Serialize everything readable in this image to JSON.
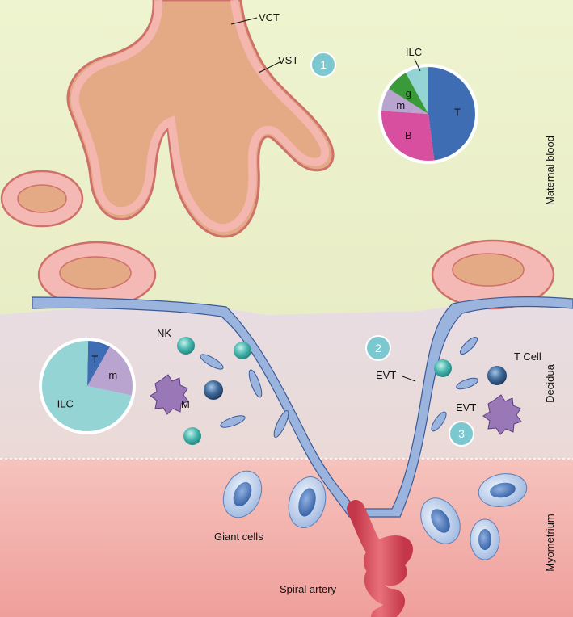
{
  "layers": {
    "maternal_blood": "Maternal blood",
    "decidua": "Decidua",
    "myometrium": "Myometrium"
  },
  "labels": {
    "vct": "VCT",
    "vst": "VST",
    "nk": "NK",
    "m": "M",
    "evt_left": "EVT",
    "evt_right": "EVT",
    "t_cell": "T Cell",
    "giant_cells": "Giant cells",
    "spiral_artery": "Spiral artery"
  },
  "markers": [
    "1",
    "2",
    "3"
  ],
  "colors": {
    "maternal_bg": "#e9f0c8",
    "decidua_bg": "#e6dce0",
    "myometrium_bg": "#f2b5b0",
    "villus_fill": "#e4a985",
    "trophoblast": "#f4b8b5",
    "evt_blue": "#9ab4de",
    "nk_teal": "#4ab8b0",
    "macrophage": "#9a78b8",
    "marker_teal": "#7cc8d0",
    "pie_T": "#3f6db3",
    "pie_B": "#d84fa0",
    "pie_m": "#b9a4d0",
    "pie_g": "#3a9a3a",
    "pie_ILC": "#94d4d4"
  },
  "chart_data": [
    {
      "type": "pie",
      "name": "maternal-blood-pie",
      "slices": [
        {
          "label": "T",
          "value": 48,
          "color": "#3f6db3"
        },
        {
          "label": "B",
          "value": 28,
          "color": "#d84fa0"
        },
        {
          "label": "m",
          "value": 8,
          "color": "#b9a4d0"
        },
        {
          "label": "g",
          "value": 8,
          "color": "#3a9a3a"
        },
        {
          "label": "ILC",
          "value": 8,
          "color": "#94d4d4"
        }
      ]
    },
    {
      "type": "pie",
      "name": "decidua-pie",
      "slices": [
        {
          "label": "T",
          "value": 8,
          "color": "#3f6db3"
        },
        {
          "label": "m",
          "value": 20,
          "color": "#b9a4d0"
        },
        {
          "label": "ILC",
          "value": 72,
          "color": "#94d4d4"
        }
      ]
    }
  ]
}
